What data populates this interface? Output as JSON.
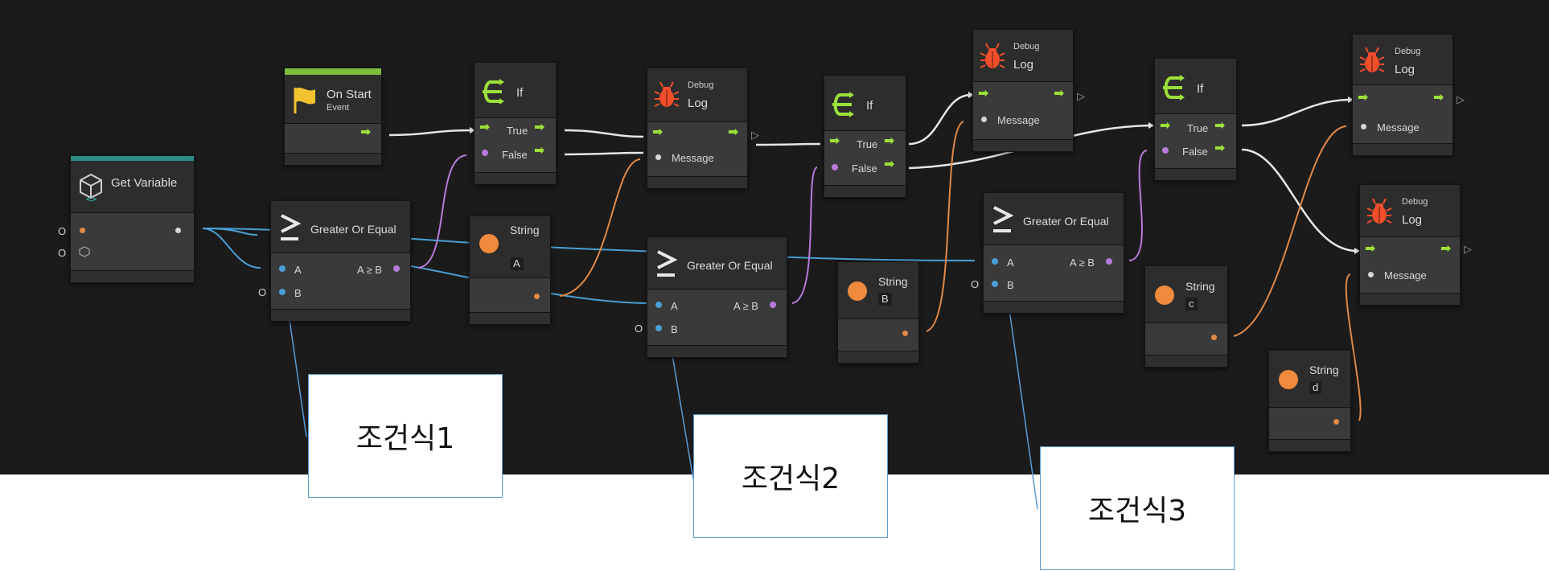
{
  "nodes": {
    "get_variable": {
      "title": "Get Variable"
    },
    "on_start": {
      "title": "On Start",
      "subtitle": "Event"
    },
    "if_1": {
      "title": "If",
      "true_label": "True",
      "false_label": "False"
    },
    "if_2": {
      "title": "If",
      "true_label": "True",
      "false_label": "False"
    },
    "if_3": {
      "title": "If",
      "true_label": "True",
      "false_label": "False"
    },
    "ge_1": {
      "title": "Greater Or Equal",
      "a": "A",
      "b": "B",
      "out": "A ≥ B"
    },
    "ge_2": {
      "title": "Greater Or Equal",
      "a": "A",
      "b": "B",
      "out": "A ≥ B"
    },
    "ge_3": {
      "title": "Greater Or Equal",
      "a": "A",
      "b": "B",
      "out": "A ≥ B"
    },
    "string_a": {
      "title": "String",
      "value": "A"
    },
    "string_b": {
      "title": "String",
      "value": "B"
    },
    "string_c": {
      "title": "String",
      "value": "c"
    },
    "string_d": {
      "title": "String",
      "value": "d"
    },
    "debug_1": {
      "category": "Debug",
      "title": "Log",
      "message": "Message"
    },
    "debug_2": {
      "category": "Debug",
      "title": "Log",
      "message": "Message"
    },
    "debug_3": {
      "category": "Debug",
      "title": "Log",
      "message": "Message"
    },
    "debug_4": {
      "category": "Debug",
      "title": "Log",
      "message": "Message"
    }
  },
  "port_marks": {
    "zero": "O"
  },
  "callouts": {
    "c1": "조건식1",
    "c2": "조건식2",
    "c3": "조건식3"
  },
  "colors": {
    "canvas": "#1b1b1b",
    "flow_arrow": "#9be03a",
    "data_wire": "#4a9fd4",
    "string_wire": "#e08a48",
    "bool_wire": "#b67cd8",
    "control_wire": "#e6e6e6",
    "callout_border": "#5b9bd5"
  }
}
